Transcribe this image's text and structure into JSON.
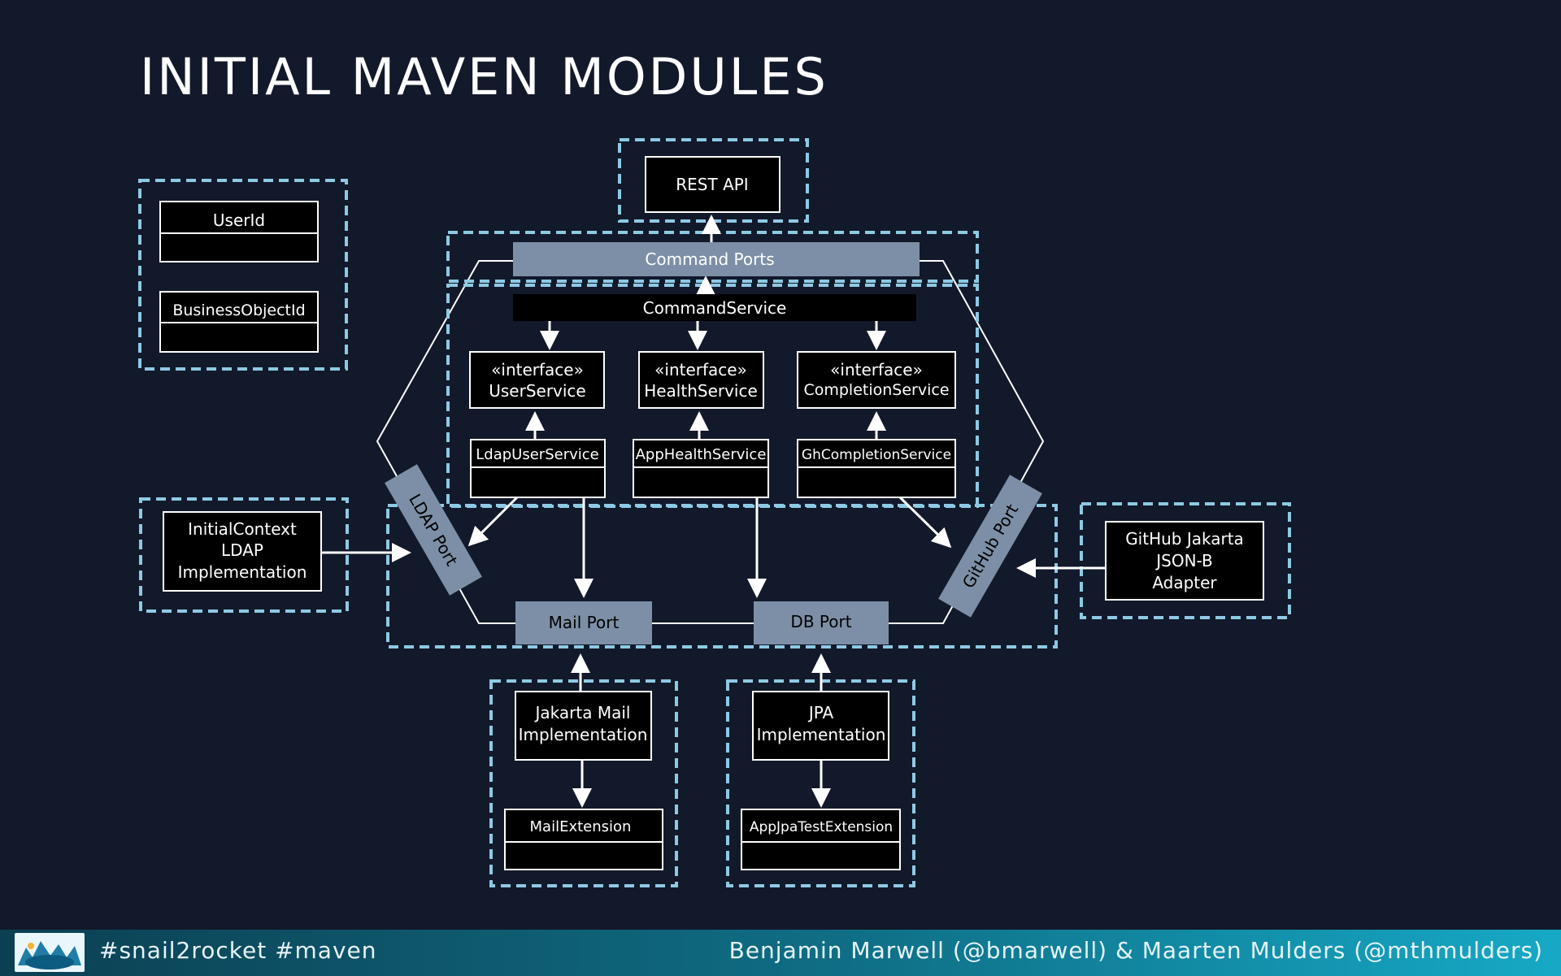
{
  "slide": {
    "title": "INITIAL MAVEN MODULES"
  },
  "diagram": {
    "rest_api": "REST API",
    "command_ports": "Command Ports",
    "command_service": "CommandService",
    "user_service": [
      "«interface»",
      "UserService"
    ],
    "health_service": [
      "«interface»",
      "HealthService"
    ],
    "completion_service": [
      "«interface»",
      "CompletionService"
    ],
    "ldap_user_service": "LdapUserService",
    "app_health_service": "AppHealthService",
    "gh_completion_service": "GhCompletionService",
    "user_id": "UserId",
    "business_object_id": "BusinessObjectId",
    "initial_context": [
      "InitialContext",
      "LDAP",
      "Implementation"
    ],
    "ldap_port": "LDAP Port",
    "github_port": "GitHub Port",
    "github_adapter": [
      "GitHub Jakarta",
      "JSON-B",
      "Adapter"
    ],
    "mail_port": "Mail Port",
    "db_port": "DB Port",
    "jakarta_mail": [
      "Jakarta Mail",
      "Implementation"
    ],
    "jpa": [
      "JPA",
      "Implementation"
    ],
    "mail_extension": "MailExtension",
    "app_jpa_test_extension": "AppJpaTestExtension"
  },
  "footer": {
    "hashtags": "#snail2rocket #maven",
    "authors": "Benjamin Marwell (@bmarwell) & Maarten Mulders (@mthmulders)"
  },
  "colors": {
    "background": "#12192a",
    "dashed_border": "#8ec9e4",
    "port_fill": "#7d8fa6",
    "box_fill": "#000000",
    "text": "#ffffff"
  },
  "icons": {
    "logo": "javaland-logo"
  }
}
